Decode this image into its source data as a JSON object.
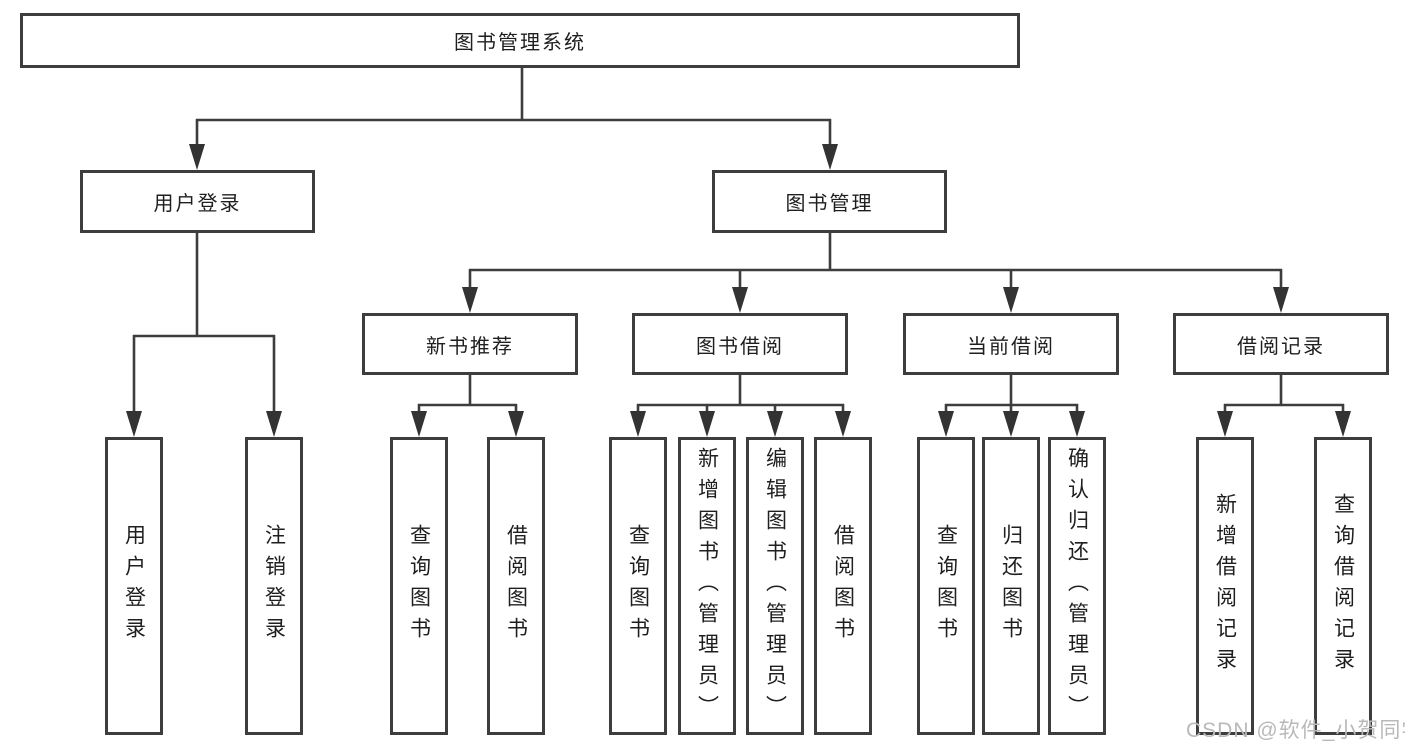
{
  "root": {
    "label": "图书管理系统"
  },
  "level2": [
    {
      "label": "用户登录"
    },
    {
      "label": "图书管理"
    }
  ],
  "level3": [
    {
      "label": "新书推荐"
    },
    {
      "label": "图书借阅"
    },
    {
      "label": "当前借阅"
    },
    {
      "label": "借阅记录"
    }
  ],
  "leaves": [
    {
      "label": "用户登录"
    },
    {
      "label": "注销登录"
    },
    {
      "label": "查询图书"
    },
    {
      "label": "借阅图书"
    },
    {
      "label": "查询图书"
    },
    {
      "label": "新增图书（管理员）"
    },
    {
      "label": "编辑图书（管理员）"
    },
    {
      "label": "借阅图书"
    },
    {
      "label": "查询图书"
    },
    {
      "label": "归还图书"
    },
    {
      "label": "确认归还（管理员）"
    },
    {
      "label": "新增借阅记录"
    },
    {
      "label": "查询借阅记录"
    }
  ],
  "watermark": {
    "text": "CSDN @软件_小贺同学"
  },
  "colors": {
    "line": "#3d3d3d",
    "arrow": "#333333",
    "text": "#1f1f1f",
    "watermark_text": "#b9b9b9",
    "box_background": "#ffffff"
  }
}
